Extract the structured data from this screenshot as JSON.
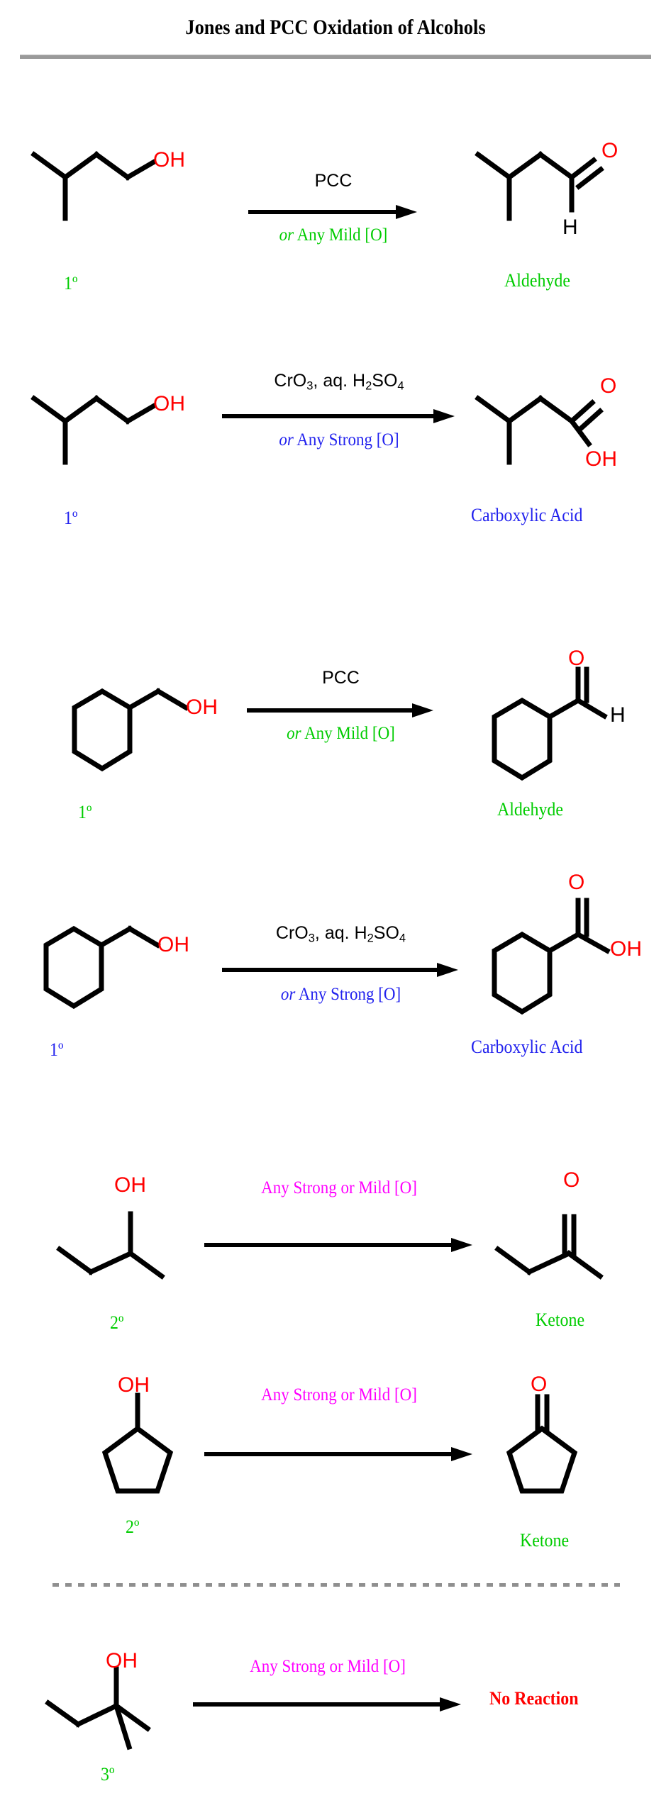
{
  "title": "Jones and PCC Oxidation of Alcohols",
  "colors": {
    "red": "#ff0000",
    "green": "#00cc00",
    "blue": "#2222ee",
    "magenta": "#ff00ff",
    "black": "#000000",
    "rule_gray": "#9a9a9a",
    "dash_gray": "#8f8f8f"
  },
  "atoms": {
    "oh": "OH",
    "o": "O",
    "h": "H"
  },
  "reactions": [
    {
      "id": "rxn-1",
      "substrate_name": "3-methylbutan-1-ol",
      "substrate_class": "1º",
      "reagent_top": "PCC",
      "reagent_bottom_italic": "or",
      "reagent_bottom": " Any Mild [O]",
      "reagent_bottom_color": "#00cc00",
      "product_label": "Aldehyde",
      "product_label_color": "#00cc00",
      "substrate_class_color": "#00cc00"
    },
    {
      "id": "rxn-2",
      "substrate_name": "3-methylbutan-1-ol",
      "substrate_class": "1º",
      "reagent_top": "CrO3, aq. H2SO4",
      "reagent_bottom_italic": "or",
      "reagent_bottom": " Any Strong [O]",
      "reagent_bottom_color": "#2222ee",
      "product_label": "Carboxylic Acid",
      "product_label_color": "#2222ee",
      "substrate_class_color": "#2222ee"
    },
    {
      "id": "rxn-3",
      "substrate_name": "cyclohexylmethanol",
      "substrate_class": "1º",
      "reagent_top": "PCC",
      "reagent_bottom_italic": "or",
      "reagent_bottom": " Any Mild [O]",
      "reagent_bottom_color": "#00cc00",
      "product_label": "Aldehyde",
      "product_label_color": "#00cc00",
      "substrate_class_color": "#00cc00"
    },
    {
      "id": "rxn-4",
      "substrate_name": "cyclohexylmethanol",
      "substrate_class": "1º",
      "reagent_top": "CrO3, aq. H2SO4",
      "reagent_bottom_italic": "or",
      "reagent_bottom": " Any Strong [O]",
      "reagent_bottom_color": "#2222ee",
      "product_label": "Carboxylic Acid",
      "product_label_color": "#2222ee",
      "substrate_class_color": "#2222ee"
    },
    {
      "id": "rxn-5",
      "substrate_name": "butan-2-ol",
      "substrate_class": "2º",
      "reagent_top": "Any Strong or Mild [O]",
      "reagent_top_color": "#ff00ff",
      "product_label": "Ketone",
      "product_label_color": "#00cc00",
      "substrate_class_color": "#00cc00"
    },
    {
      "id": "rxn-6",
      "substrate_name": "cyclopentanol",
      "substrate_class": "2º",
      "reagent_top": "Any Strong or Mild [O]",
      "reagent_top_color": "#ff00ff",
      "product_label": "Ketone",
      "product_label_color": "#00cc00",
      "substrate_class_color": "#00cc00"
    },
    {
      "id": "rxn-7",
      "substrate_name": "2-methylbutan-2-ol",
      "substrate_class": "3º",
      "reagent_top": "Any Strong or Mild [O]",
      "reagent_top_color": "#ff00ff",
      "product_label": "No Reaction",
      "product_label_color": "#ff0000",
      "substrate_class_color": "#00cc00"
    }
  ],
  "reagent_parts": {
    "cro3_pre": "CrO",
    "cro3_sub": "3",
    "cro3_mid": ", aq. H",
    "h2so4_sub1": "2",
    "h2so4_mid": "SO",
    "h2so4_sub2": "4"
  }
}
